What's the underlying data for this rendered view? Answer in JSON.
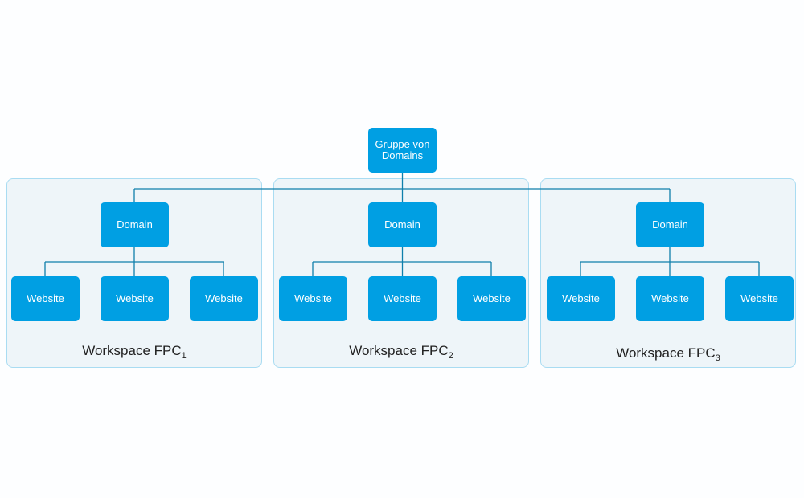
{
  "root": {
    "label": "Gruppe von Domains"
  },
  "workspaces": [
    {
      "name": "Workspace FPC",
      "subscript": "1",
      "domain": "Domain",
      "websites": [
        "Website",
        "Website",
        "Website"
      ]
    },
    {
      "name": "Workspace FPC",
      "subscript": "2",
      "domain": "Domain",
      "websites": [
        "Website",
        "Website",
        "Website"
      ]
    },
    {
      "name": "Workspace FPC",
      "subscript": "3",
      "domain": "Domain",
      "websites": [
        "Website",
        "Website",
        "Website"
      ]
    }
  ],
  "colors": {
    "box": "#009fe3",
    "line": "#0f7fab",
    "workspace_fill": "#eef5f9",
    "workspace_border": "#a9dcf2"
  }
}
